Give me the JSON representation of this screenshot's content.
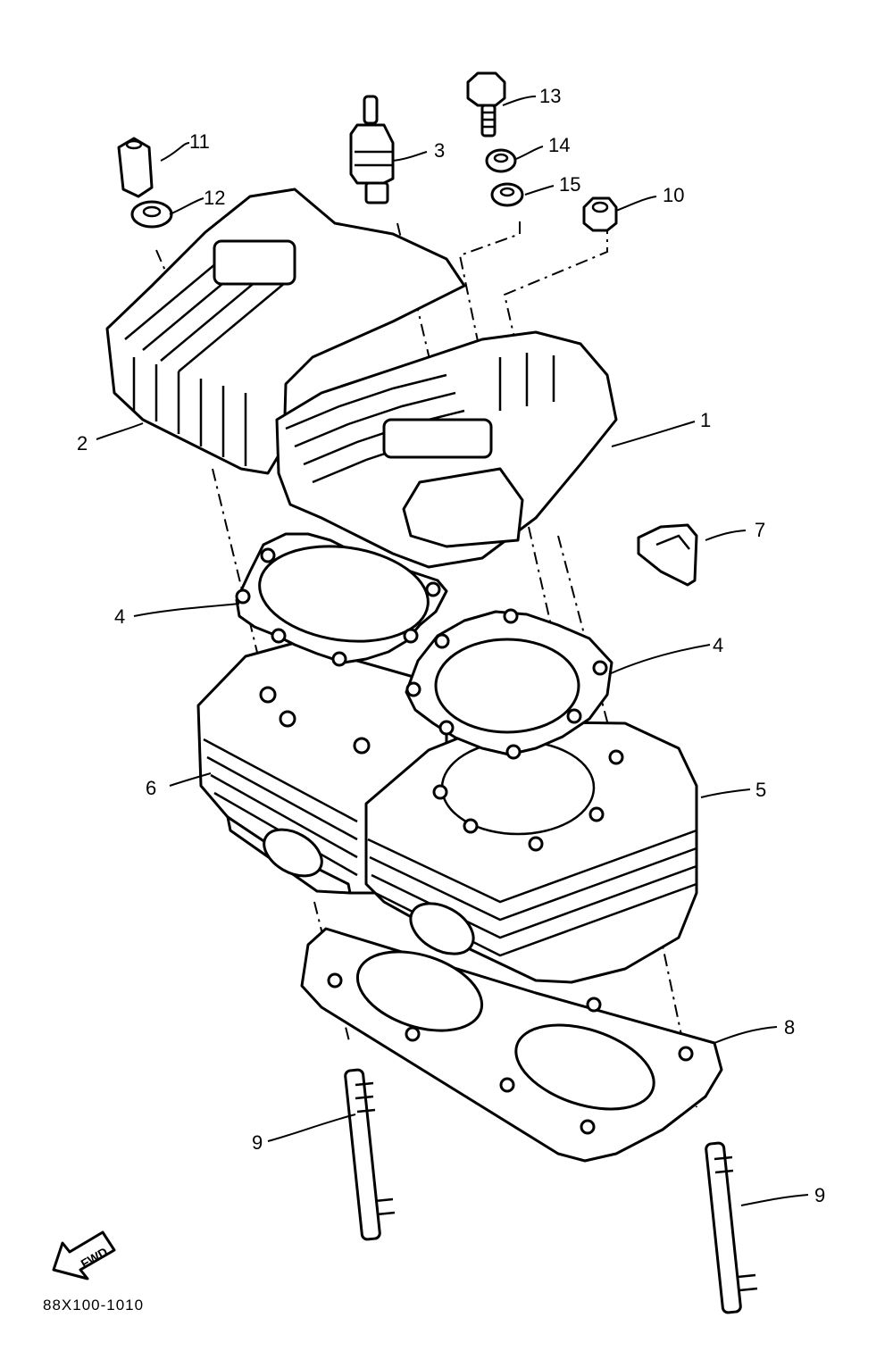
{
  "drawing_code": "88X100-1010",
  "fwd_label": "FWD",
  "callouts": {
    "p1": "1",
    "p2": "2",
    "p3": "3",
    "p4a": "4",
    "p4b": "4",
    "p5": "5",
    "p6": "6",
    "p7": "7",
    "p8": "8",
    "p9a": "9",
    "p9b": "9",
    "p10": "10",
    "p11": "11",
    "p12": "12",
    "p13": "13",
    "p14": "14",
    "p15": "15"
  }
}
